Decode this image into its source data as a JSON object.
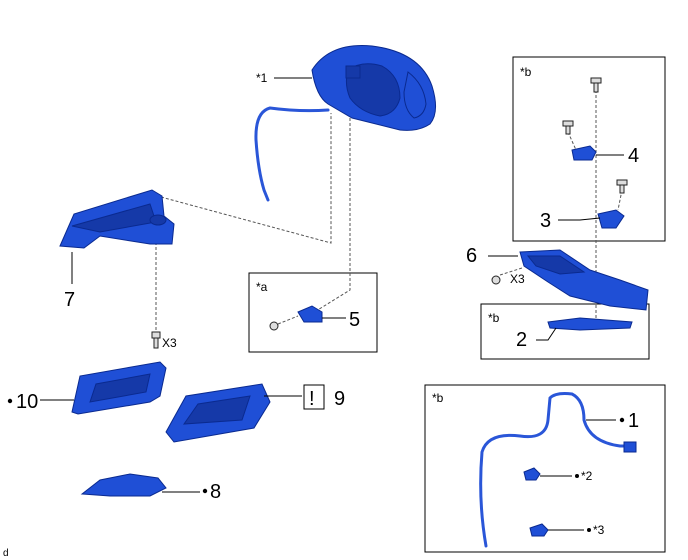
{
  "callouts": {
    "star1_top": "*1",
    "star_a": "*a",
    "star_b_top": "*b",
    "star_b_mid": "*b",
    "star_b_bottom": "*b",
    "n1": "1",
    "n2": "2",
    "n3": "3",
    "n4": "4",
    "n5": "5",
    "n6": "6",
    "n7": "7",
    "n8": "8",
    "n9": "9",
    "n10": "10",
    "x3_left": "X3",
    "x3_right": "X3",
    "sub2": "*2",
    "sub3": "*3",
    "bang": "!",
    "corner": "d"
  },
  "colors": {
    "part": "#1f4fd6",
    "part_dark": "#1539a8",
    "line": "#000000"
  }
}
